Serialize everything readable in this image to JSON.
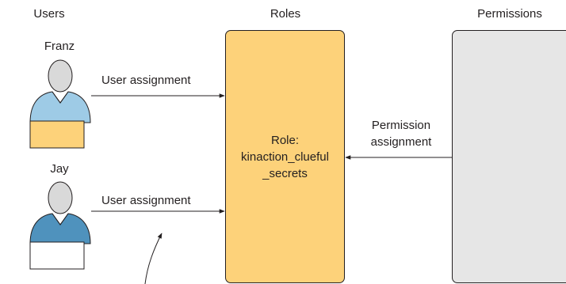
{
  "headers": {
    "users": "Users",
    "roles": "Roles",
    "permissions": "Permissions"
  },
  "users": [
    {
      "name": "Franz",
      "assignment_label": "User assignment",
      "shirt_color": "#9ecbe6",
      "laptop_color": "#fdd27a"
    },
    {
      "name": "Jay",
      "assignment_label": "User assignment",
      "shirt_color": "#4f92bd",
      "laptop_color": "#ffffff"
    }
  ],
  "role": {
    "line1": "Role:",
    "line2": "kinaction_clueful",
    "line3": "_secrets",
    "fill": "#fdd27a"
  },
  "permission": {
    "label_line1": "Permission",
    "label_line2": "assignment",
    "fill": "#e6e6e6"
  }
}
